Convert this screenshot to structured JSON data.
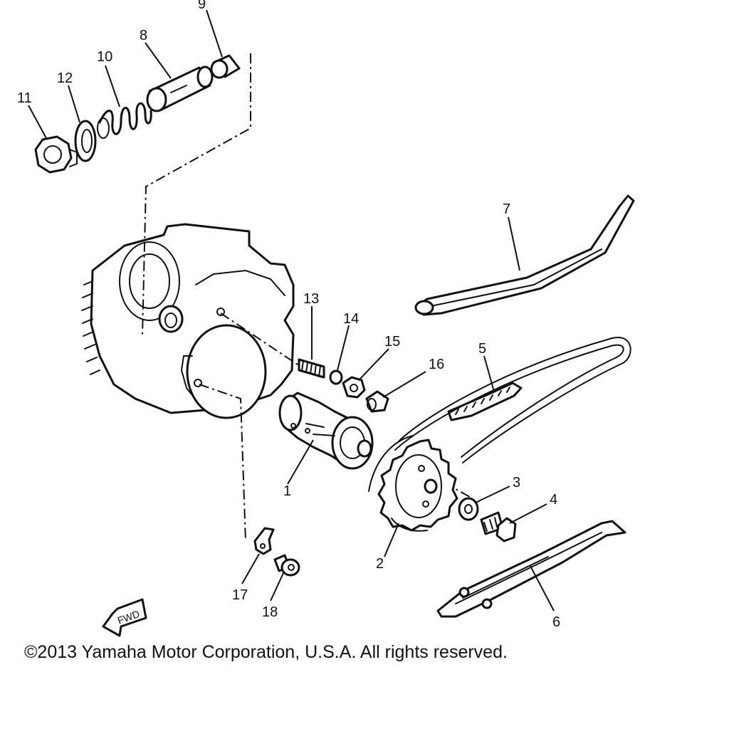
{
  "diagram": {
    "callouts": [
      "9",
      "8",
      "10",
      "12",
      "11",
      "7",
      "13",
      "14",
      "15",
      "16",
      "5",
      "1",
      "3",
      "4",
      "2",
      "6",
      "17",
      "18"
    ],
    "fwd_label": "FWD"
  },
  "footer": {
    "copyright": "©2013 Yamaha Motor Corporation, U.S.A. All rights reserved."
  }
}
